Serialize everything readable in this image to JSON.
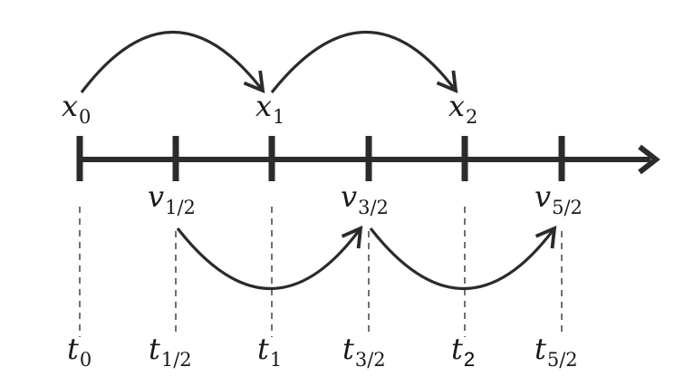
{
  "diagram": {
    "line_color": "#2b2b2b",
    "position_labels": [
      {
        "id": "x0",
        "base": "x",
        "sub": "0"
      },
      {
        "id": "x1",
        "base": "x",
        "sub": "1"
      },
      {
        "id": "x2",
        "base": "x",
        "sub": "2"
      }
    ],
    "velocity_labels": [
      {
        "id": "v12",
        "base": "v",
        "sub": "1/2"
      },
      {
        "id": "v32",
        "base": "v",
        "sub": "3/2"
      },
      {
        "id": "v52",
        "base": "v",
        "sub": "5/2"
      }
    ],
    "time_labels": [
      {
        "id": "t0",
        "base": "t",
        "sub": "0"
      },
      {
        "id": "t12",
        "base": "t",
        "sub": "1/2"
      },
      {
        "id": "t1",
        "base": "t",
        "sub": "1"
      },
      {
        "id": "t32",
        "base": "t",
        "sub": "3/2"
      },
      {
        "id": "t2",
        "base": "t",
        "sub": "2"
      },
      {
        "id": "t52",
        "base": "t",
        "sub": "5/2"
      }
    ]
  }
}
